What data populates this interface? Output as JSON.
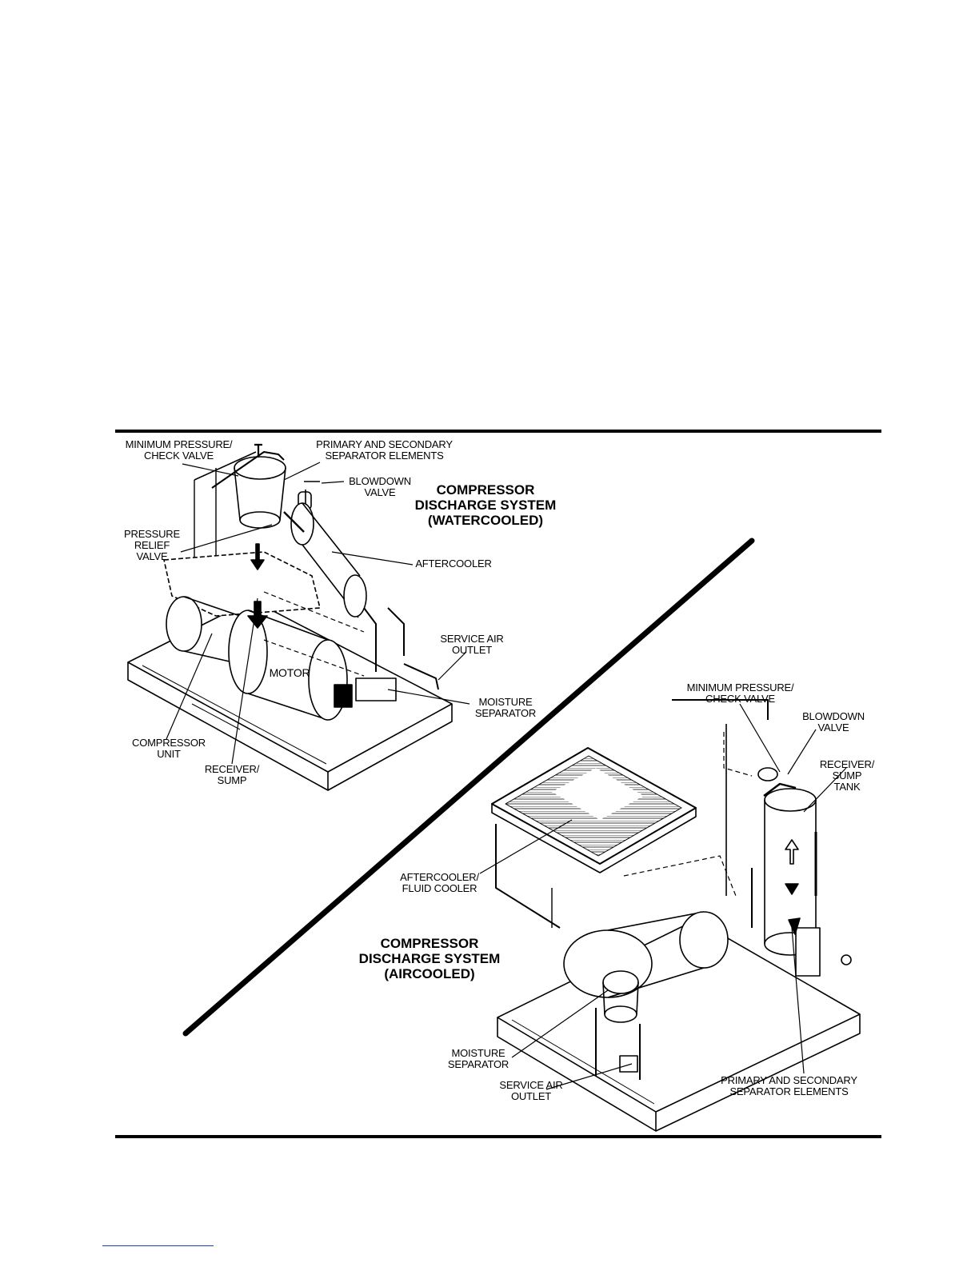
{
  "watercooled": {
    "title": "COMPRESSOR\nDISCHARGE SYSTEM\n(WATERCOOLED)",
    "labels": {
      "min_pressure_check_valve": "MINIMUM PRESSURE/\nCHECK VALVE",
      "separator_elements": "PRIMARY AND SECONDARY\nSEPARATOR ELEMENTS",
      "blowdown_valve": "BLOWDOWN\nVALVE",
      "pressure_relief_valve": "PRESSURE\nRELIEF\nVALVE",
      "aftercooler": "AFTERCOOLER",
      "service_air_outlet": "SERVICE AIR\nOUTLET",
      "motor": "MOTOR",
      "moisture_separator": "MOISTURE\nSEPARATOR",
      "compressor_unit": "COMPRESSOR\nUNIT",
      "receiver_sump": "RECEIVER/\nSUMP"
    }
  },
  "aircooled": {
    "title": "COMPRESSOR\nDISCHARGE SYSTEM\n(AIRCOOLED)",
    "labels": {
      "min_pressure_check_valve": "MINIMUM PRESSURE/\nCHECK VALVE",
      "blowdown_valve": "BLOWDOWN\nVALVE",
      "receiver_sump_tank": "RECEIVER/\nSUMP\nTANK",
      "aftercooler_fluid_cooler": "AFTERCOOLER/\nFLUID COOLER",
      "moisture_separator": "MOISTURE\nSEPARATOR",
      "service_air_outlet": "SERVICE AIR\nOUTLET",
      "separator_elements": "PRIMARY AND SECONDARY\nSEPARATOR ELEMENTS"
    }
  }
}
